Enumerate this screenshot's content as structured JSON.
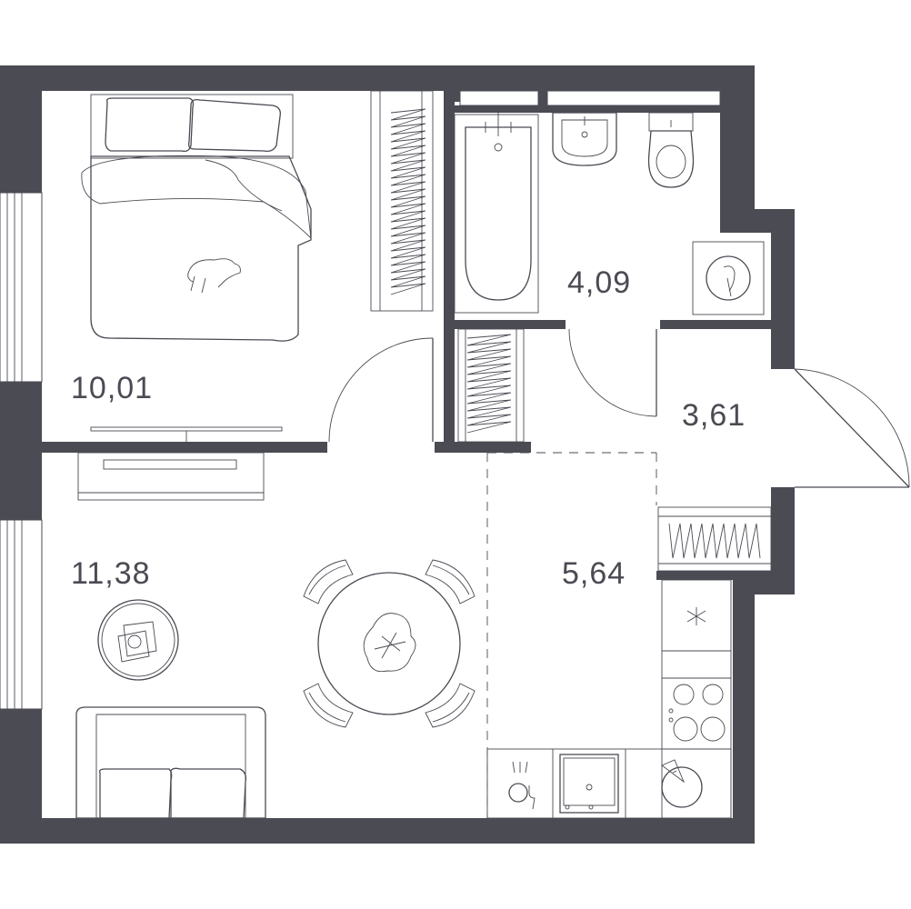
{
  "rooms": [
    {
      "id": "bedroom",
      "area": "10,01"
    },
    {
      "id": "living",
      "area": "11,38"
    },
    {
      "id": "bathroom",
      "area": "4,09"
    },
    {
      "id": "hallway",
      "area": "3,61"
    },
    {
      "id": "kitchen",
      "area": "5,64"
    }
  ],
  "colors": {
    "wall": "#4a4b53",
    "background": "#ffffff"
  }
}
